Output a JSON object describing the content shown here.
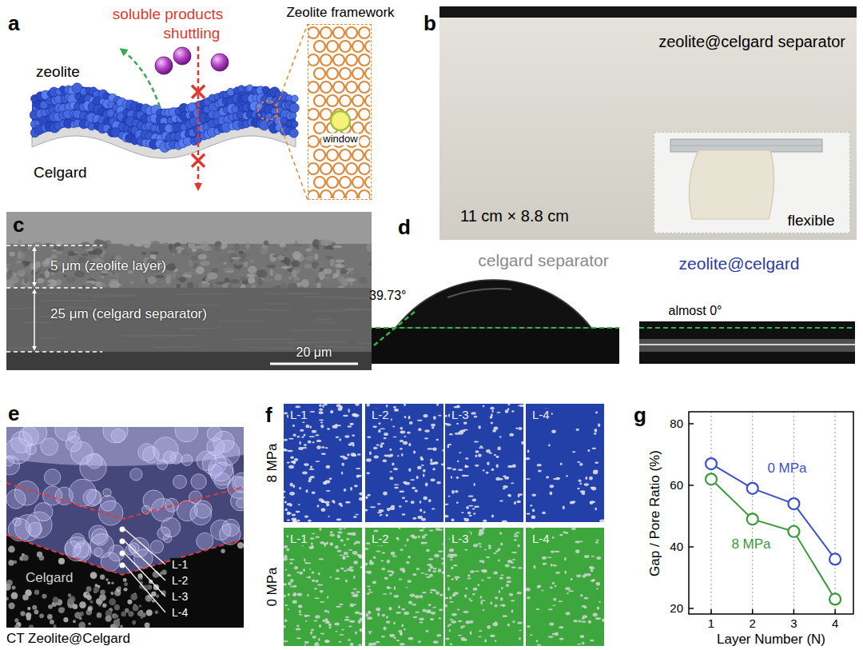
{
  "diagram": {
    "nodes": [
      {
        "text": [
          "Zeolite framework",
          "window"
        ]
      },
      {
        "text": [
          "zeolite@celgard separator",
          "11 cm × 8.8 cm"
        ]
      },
      {
        "text": [
          "flexible"
        ],
        "in": 1
      },
      {
        "text": [
          "5 μm (zeolite layer)",
          "25 μm (celgard separator)",
          "20 μm"
        ]
      },
      {
        "text": [
          "Celgard",
          "L-1",
          "L-2",
          "L-3",
          "L-4"
        ]
      },
      {
        "text": [
          "L-1"
        ]
      },
      {
        "text": [
          "L-2"
        ]
      },
      {
        "text": [
          "L-3"
        ]
      },
      {
        "text": [
          "L-4"
        ]
      },
      {
        "text": [
          "L-1"
        ]
      },
      {
        "text": [
          "L-2"
        ]
      },
      {
        "text": [
          "L-3"
        ]
      },
      {
        "text": [
          "L-4"
        ]
      }
    ],
    "labels": [
      "a",
      "soluble products",
      "shuttling",
      "zeolite",
      "Celgard",
      "b",
      "c",
      "d",
      "celgard separator",
      "39.73°",
      "zeolite@celgard",
      "almost 0°",
      "e",
      "CT Zeolite@Celgard",
      "f",
      "8 MPa",
      "0 MPa",
      "g",
      "Gap / Pore Ratio (%)",
      "80",
      "60",
      "40",
      "20",
      "1",
      "2",
      "3",
      "4",
      "Layer Number (N)",
      "0 MPa",
      "8 MPa"
    ]
  }
}
